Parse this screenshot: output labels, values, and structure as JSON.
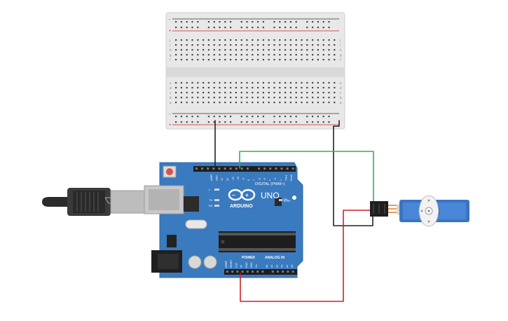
{
  "board": {
    "brand": "ARDUINO",
    "model": "UNO",
    "digital_header": "DIGITAL (PWM~)",
    "power_header": "POWER",
    "analog_header": "ANALOG IN",
    "icsp_label": "ICSP",
    "on_label": "ON",
    "led_labels": [
      "L",
      "TX",
      "RX"
    ],
    "digital_pins": [
      "AREF",
      "GND",
      "13",
      "12",
      "~11",
      "~10",
      "~9",
      "8",
      "7",
      "~6",
      "~5",
      "4",
      "~3",
      "2",
      "TX▸1",
      "RX◂0"
    ],
    "power_pins": [
      "IOREF",
      "RESET",
      "3.3V",
      "5V",
      "GND",
      "GND",
      "Vin"
    ],
    "analog_pins": [
      "A0",
      "A1",
      "A2",
      "A3",
      "A4",
      "A5"
    ]
  },
  "breadboard": {
    "row_letters_top": [
      "j",
      "i",
      "h",
      "g",
      "f"
    ],
    "row_letters_bottom": [
      "e",
      "d",
      "c",
      "b",
      "a"
    ],
    "rail_minus": "-",
    "rail_plus": "+"
  },
  "colors": {
    "board": "#3a7abf",
    "board_dark": "#2d6aa8",
    "breadboard": "#e6e6e6",
    "wire_black": "#222222",
    "wire_red": "#d0202a",
    "wire_green": "#2fb34a",
    "servo_blue": "#3a74c4"
  }
}
